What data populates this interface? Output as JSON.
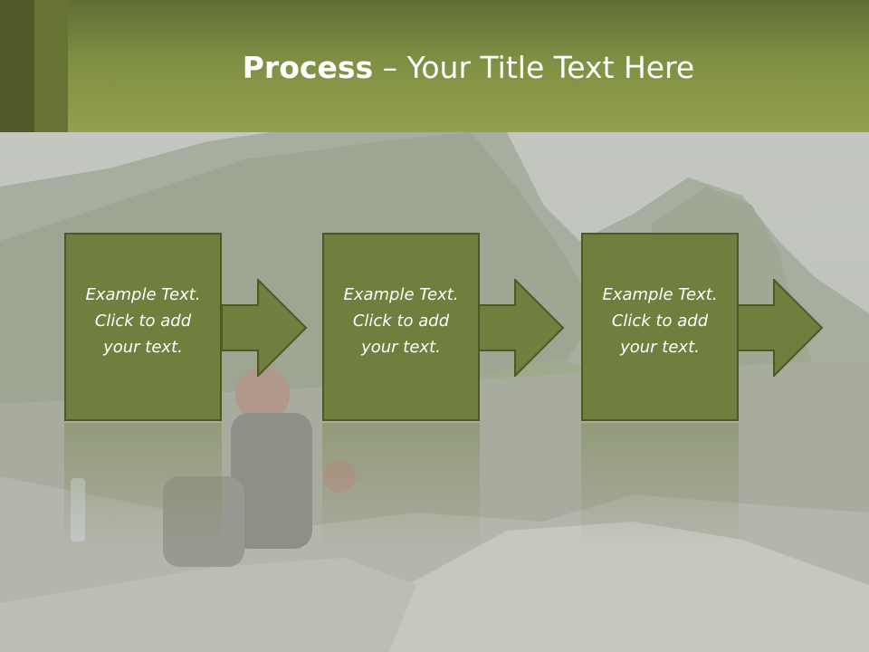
{
  "slide": {
    "title_bold": "Process",
    "title_rest": " – Your Title Text Here"
  },
  "steps": [
    {
      "line1": "Example Text.",
      "line2": "Click  to add",
      "line3": "your text."
    },
    {
      "line1": "Example Text.",
      "line2": "Click  to add",
      "line3": "your text."
    },
    {
      "line1": "Example Text.",
      "line2": "Click  to add",
      "line3": "your text."
    }
  ],
  "colors": {
    "header": "#7f8f43",
    "box_fill": "#707e3e",
    "box_border": "#4d5826"
  },
  "icons": [
    "right-arrow-icon"
  ]
}
